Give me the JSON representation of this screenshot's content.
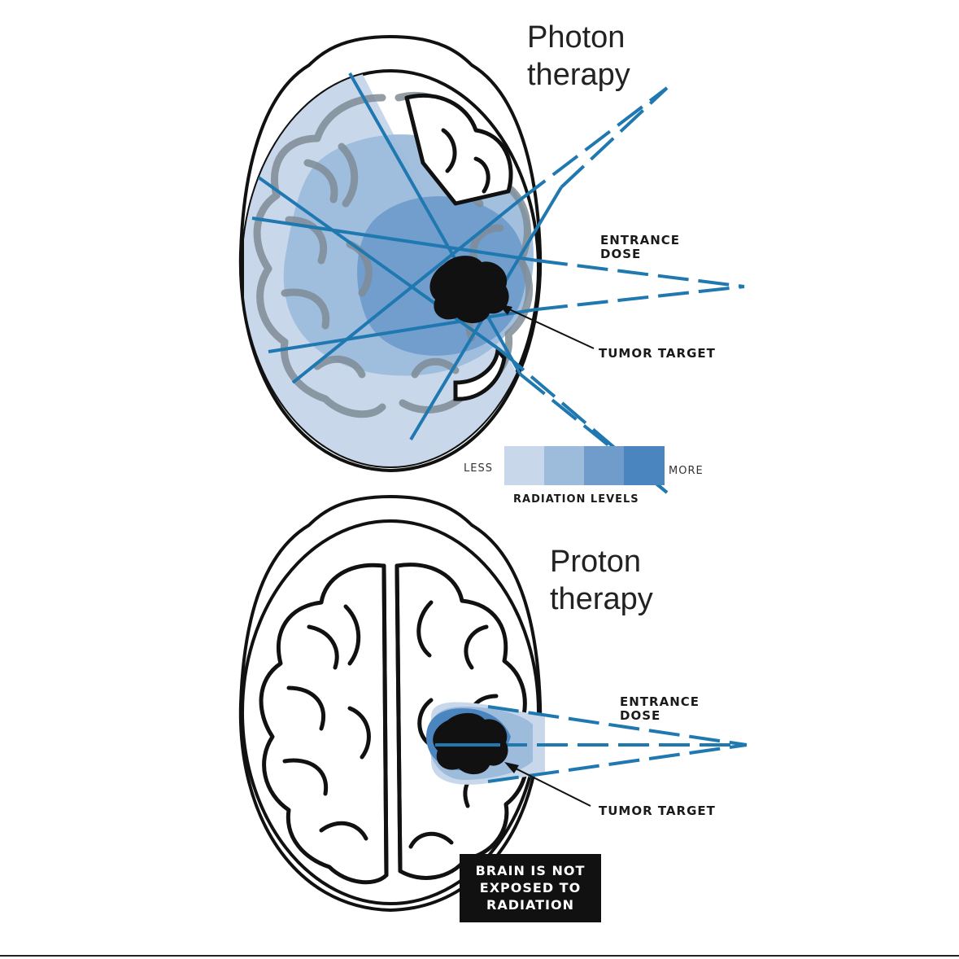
{
  "photon": {
    "title_line1": "Photon",
    "title_line2": "therapy",
    "entrance_line1": "ENTRANCE",
    "entrance_line2": "DOSE",
    "tumor_label": "TUMOR TARGET"
  },
  "legend": {
    "less": "LESS",
    "more": "MORE",
    "title": "RADIATION LEVELS",
    "colors": [
      "#c8d8ea",
      "#9dbcdc",
      "#6f9ccb",
      "#4a85bf"
    ]
  },
  "proton": {
    "title_line1": "Proton",
    "title_line2": "therapy",
    "entrance_line1": "ENTRANCE",
    "entrance_line2": "DOSE",
    "tumor_label": "TUMOR TARGET",
    "callout_line1": "BRAIN IS NOT",
    "callout_line2": "EXPOSED TO",
    "callout_line3": "RADIATION"
  },
  "colors": {
    "beam": "#1f78b0",
    "tumor": "#111111",
    "outline": "#111111"
  }
}
